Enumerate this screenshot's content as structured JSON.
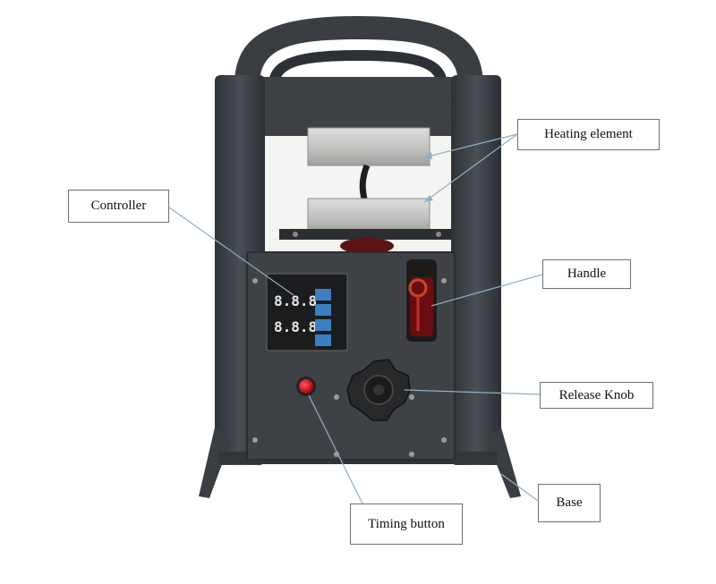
{
  "labels": {
    "heating_element": "Heating element",
    "controller": "Controller",
    "handle": "Handle",
    "release_knob": "Release Knob",
    "base": "Base",
    "timing_button": "Timing button"
  },
  "controller_display": {
    "upper_readout": "8.8.8",
    "lower_readout": "8.8.8"
  },
  "colors": {
    "body": "#3b3f44",
    "steel": "#c8c8c6",
    "leader_line": "#8fb0c8",
    "button": "#e0101a",
    "display_digits": "#e8e8e8",
    "panel_buttons": "#3c7fc0"
  }
}
